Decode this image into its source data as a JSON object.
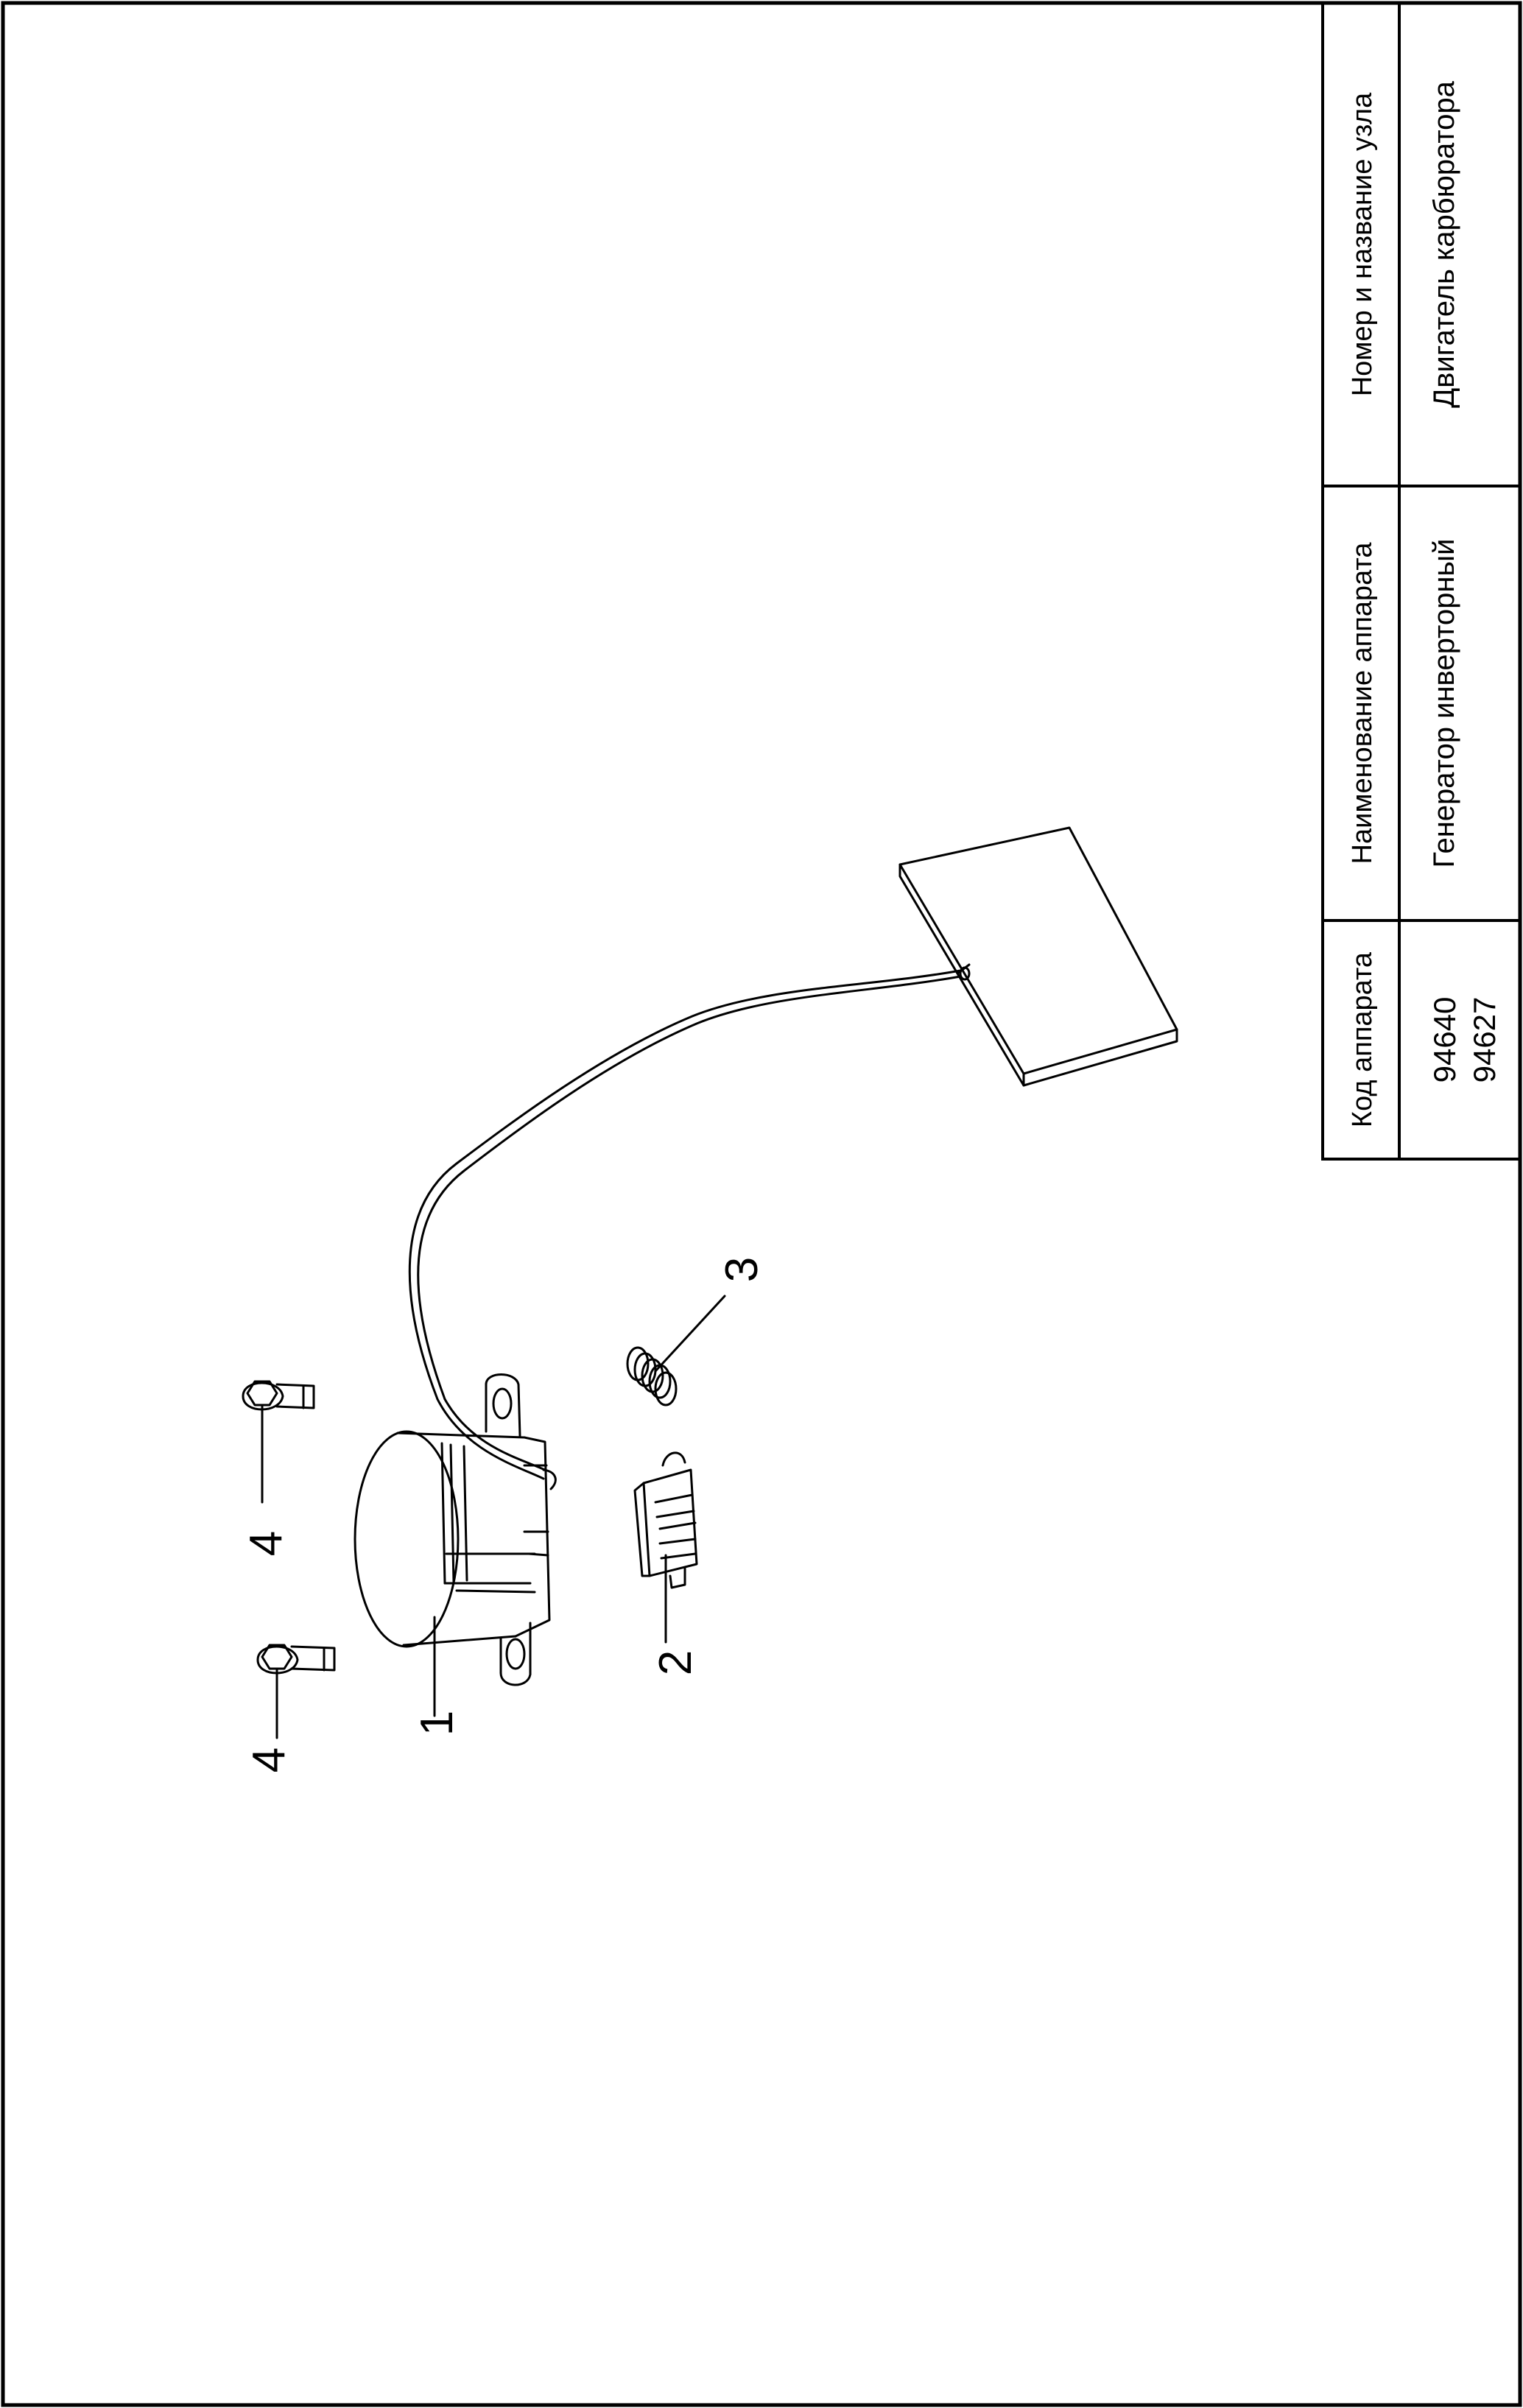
{
  "title_block": {
    "col_code": {
      "header": "Код аппарата",
      "values": [
        "94640",
        "94627"
      ]
    },
    "col_name": {
      "header": "Наименование аппарата",
      "value": "Генератор инверторный"
    },
    "col_node": {
      "header": "Номер и название узла",
      "value": "Двигатель карбюратора"
    }
  },
  "callouts": [
    {
      "id": "1",
      "label": "1"
    },
    {
      "id": "2",
      "label": "2"
    },
    {
      "id": "3",
      "label": "3"
    },
    {
      "id": "4a",
      "label": "4"
    },
    {
      "id": "4b",
      "label": "4"
    }
  ],
  "colors": {
    "line": "#000000",
    "background": "#ffffff"
  }
}
